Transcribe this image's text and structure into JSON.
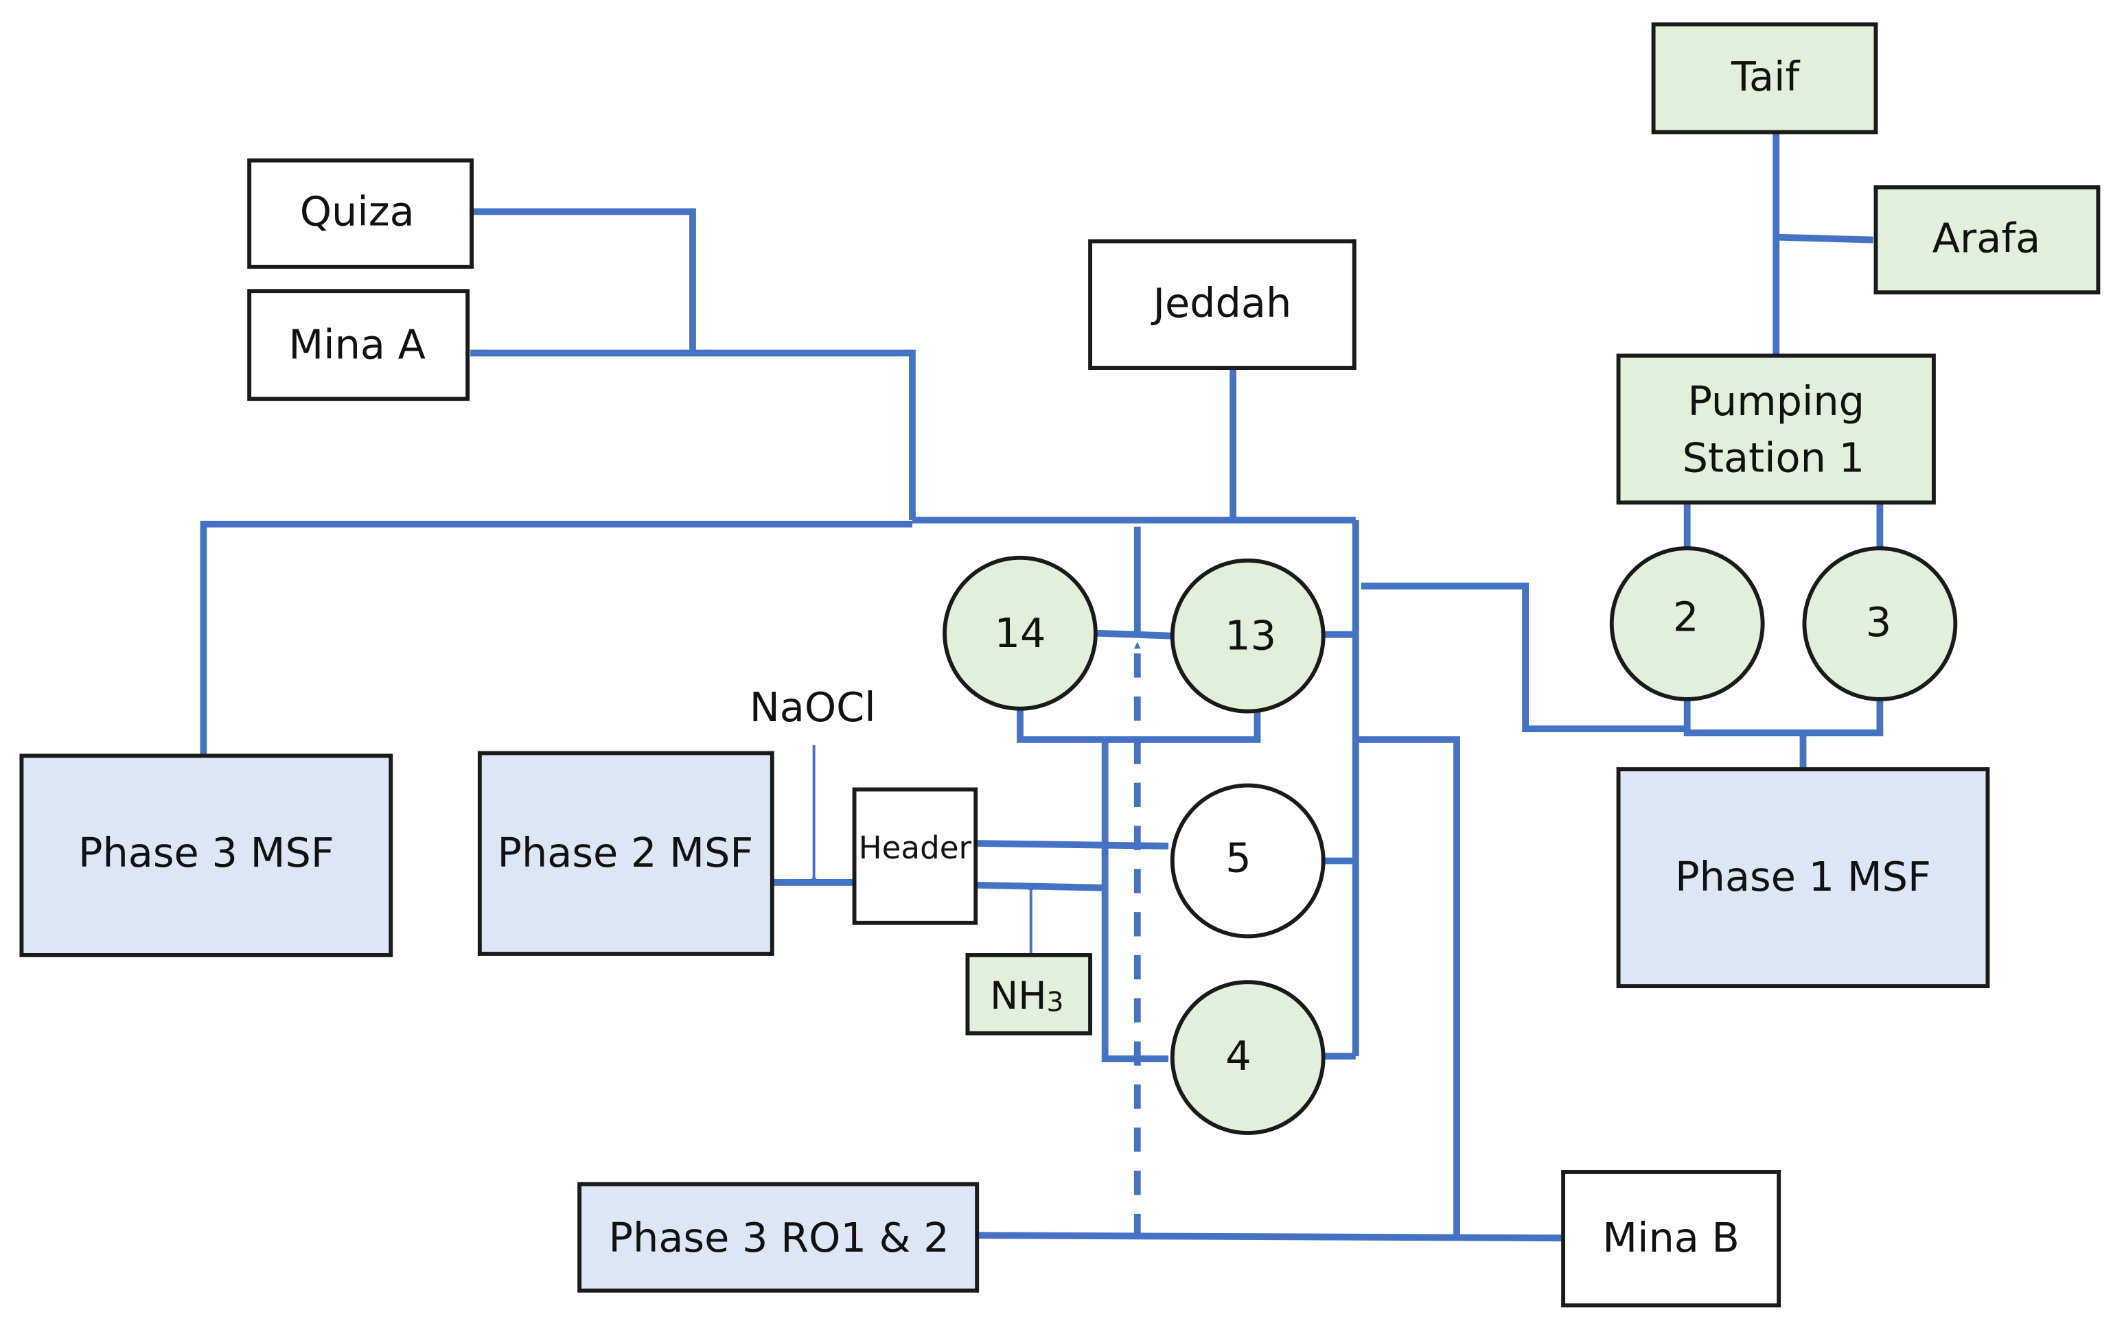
{
  "colors": {
    "pipe": "#4472c4",
    "plant_fill": "#dce6f4",
    "green_fill": "#e2efda",
    "outline": "#1a1a1a"
  },
  "boxes": {
    "quiza": "Quiza",
    "mina_a": "Mina A",
    "jeddah": "Jeddah",
    "taif": "Taif",
    "arafa": "Arafa",
    "pumping_station_line1": "Pumping",
    "pumping_station_line2": "Station 1",
    "phase3_msf": "Phase 3 MSF",
    "phase2_msf": "Phase 2 MSF",
    "header": "Header",
    "nh3_main": "NH",
    "nh3_sub": "3",
    "phase1_msf": "Phase 1 MSF",
    "phase3_ro": "Phase 3 RO1 & 2",
    "mina_b": "Mina B"
  },
  "labels": {
    "naocl": "NaOCl"
  },
  "nodes": {
    "n14": "14",
    "n13": "13",
    "n5": "5",
    "n4": "4",
    "n2": "2",
    "n3": "3"
  }
}
